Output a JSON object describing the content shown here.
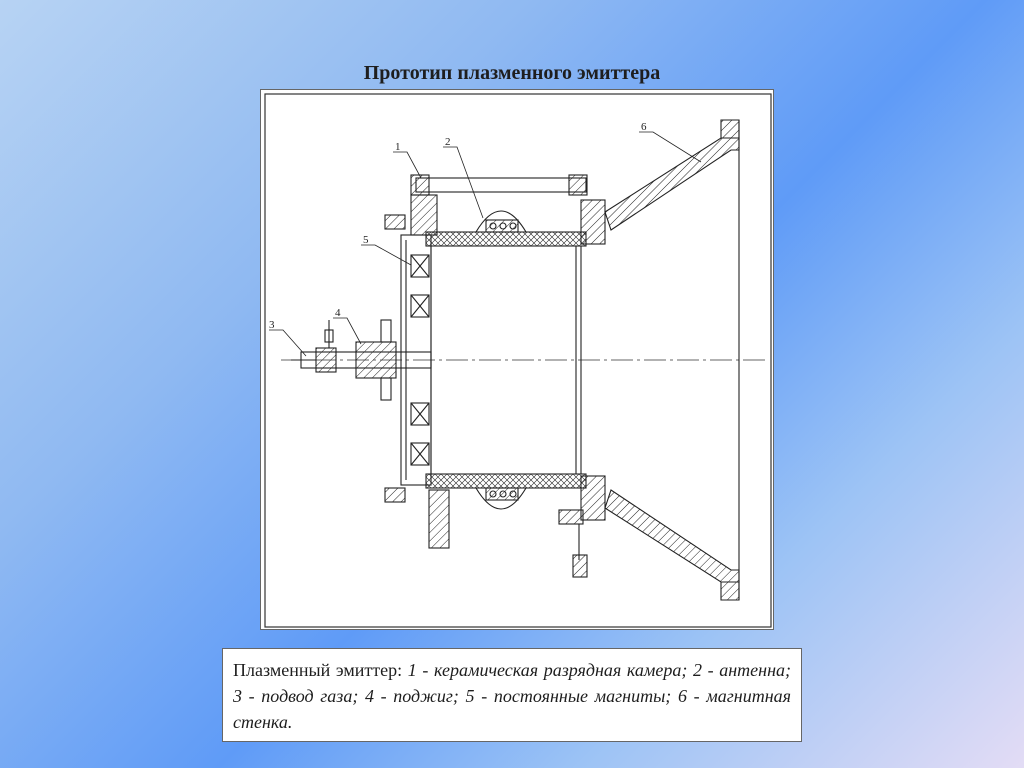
{
  "title": "Прототип плазменного эмиттера",
  "callouts": [
    "1",
    "2",
    "3",
    "4",
    "5",
    "6"
  ],
  "caption": {
    "lead": "Плазменный эмиттер:",
    "items": "1 - керамическая разрядная камера; 2 - антенна; 3 - подвод газа; 4 - поджиг; 5 - постоянные магниты; 6 - магнитная стенка."
  }
}
